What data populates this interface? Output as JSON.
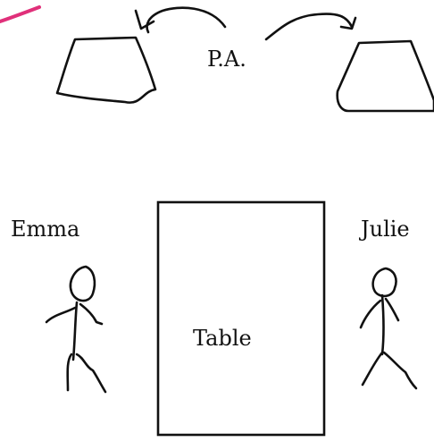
{
  "labels": {
    "pa": "P.A.",
    "left_person": "Emma",
    "right_person": "Julie",
    "table": "Table"
  },
  "colors": {
    "ink": "#111111",
    "accent_stroke": "#e0307a",
    "background": "#ffffff"
  },
  "icons": {
    "left_speaker": "speaker-icon",
    "right_speaker": "speaker-icon",
    "left_arrow": "curved-arrow-icon",
    "right_arrow": "curved-arrow-icon",
    "left_figure": "stick-figure-icon",
    "right_figure": "stick-figure-icon"
  }
}
